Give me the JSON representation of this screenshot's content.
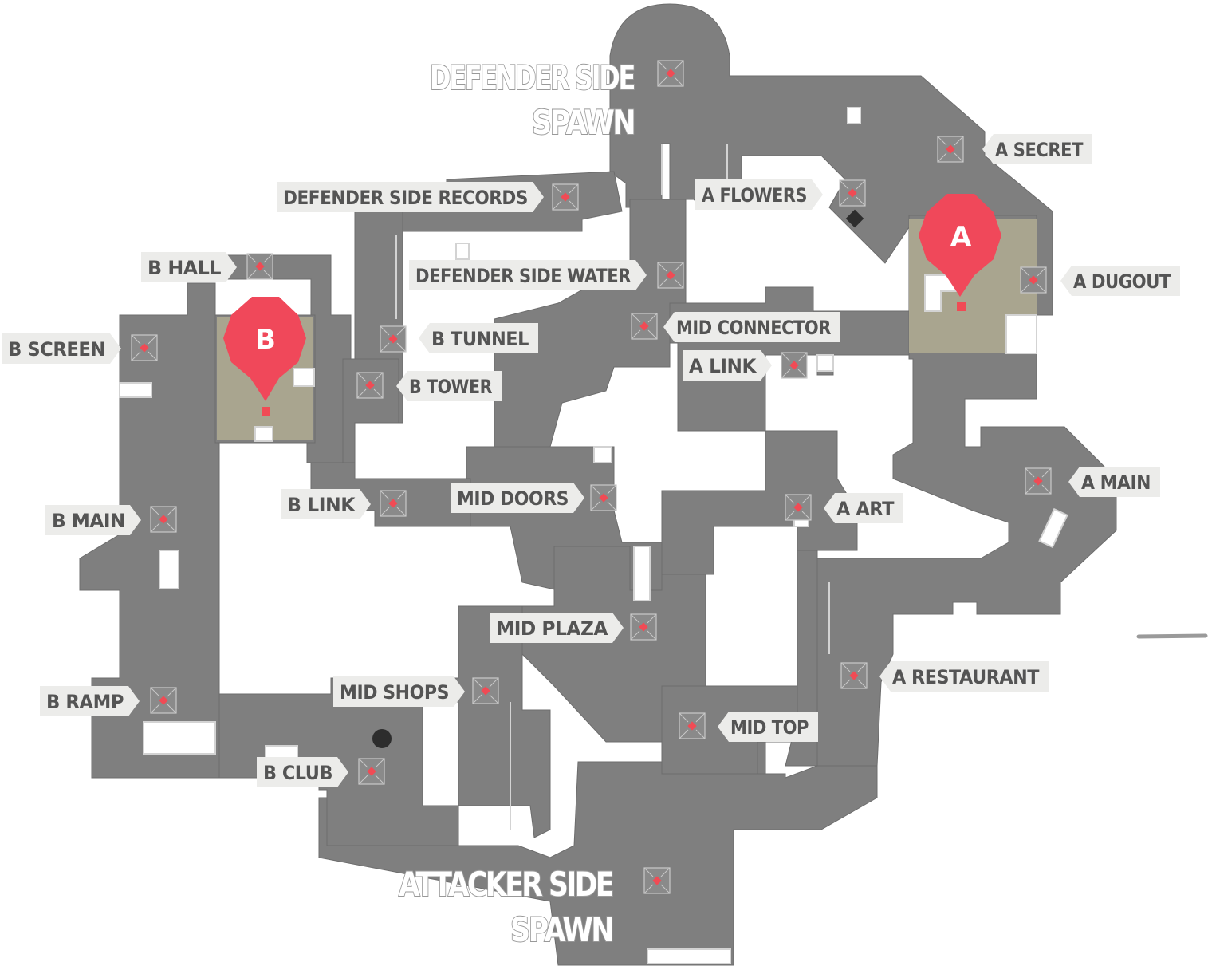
{
  "map": {
    "spawns": {
      "defender": {
        "line1": "DEFENDER SIDE",
        "line2": "SPAWN"
      },
      "attacker": {
        "line1": "ATTACKER SIDE",
        "line2": "SPAWN"
      }
    },
    "sites": {
      "a": {
        "letter": "A",
        "color": "#f0485a"
      },
      "b": {
        "letter": "B",
        "color": "#f0485a"
      }
    },
    "callouts": {
      "a_secret": "A SECRET",
      "a_flowers": "A FLOWERS",
      "a_dugout": "A DUGOUT",
      "a_link": "A LINK",
      "a_main": "A MAIN",
      "a_art": "A ART",
      "a_restaurant": "A RESTAURANT",
      "defender_side_records": "DEFENDER SIDE RECORDS",
      "defender_side_water": "DEFENDER SIDE WATER",
      "mid_connector": "MID CONNECTOR",
      "mid_doors": "MID DOORS",
      "mid_plaza": "MID PLAZA",
      "mid_shops": "MID SHOPS",
      "mid_top": "MID TOP",
      "b_hall": "B HALL",
      "b_screen": "B SCREEN",
      "b_tunnel": "B TUNNEL",
      "b_tower": "B TOWER",
      "b_link": "B LINK",
      "b_main": "B MAIN",
      "b_ramp": "B RAMP",
      "b_club": "B CLUB"
    },
    "colors": {
      "floor": "#7f7f7f",
      "site_zone": "#a9a58f",
      "marker": "#f04b55",
      "label_background": "#ececea",
      "label_text": "#545454"
    }
  }
}
